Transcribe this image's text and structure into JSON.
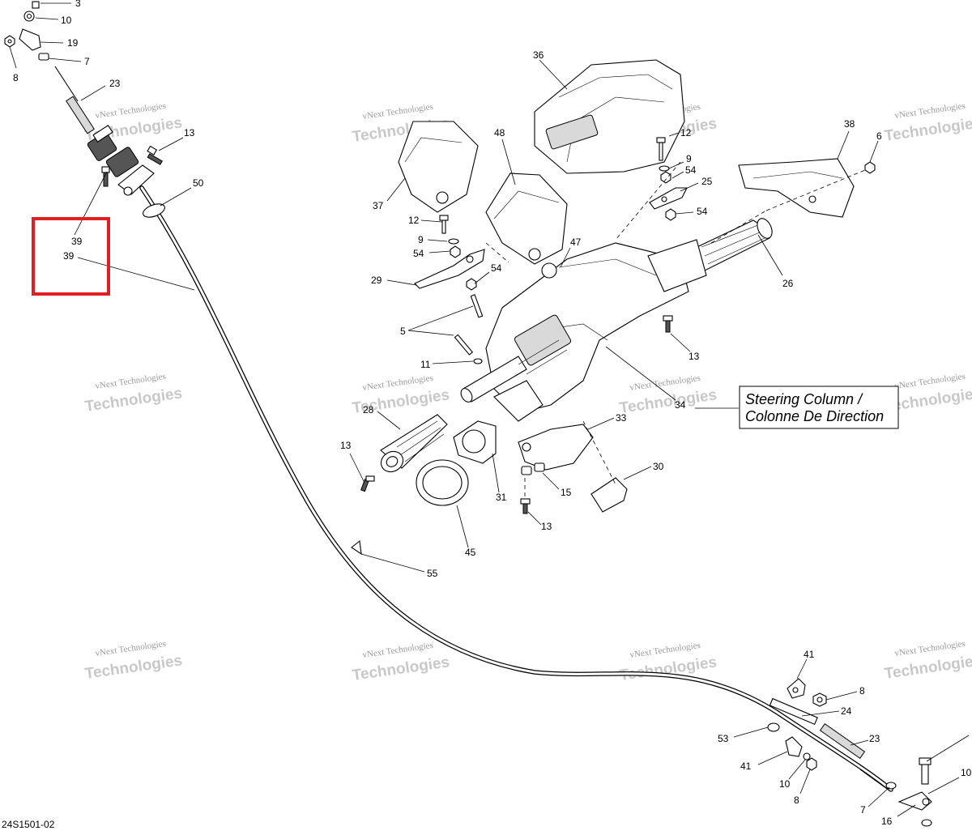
{
  "diagram": {
    "drawing_code": "24S1501-02",
    "title_box": {
      "line1": "Steering Column /",
      "line2": "Colonne De Direction"
    },
    "highlight_color": "#e02020",
    "watermark": {
      "line1": "vNext Technologies",
      "line2": "Technologies",
      "line3": "vNext"
    },
    "callouts": [
      {
        "id": "c3",
        "label": "3"
      },
      {
        "id": "c10a",
        "label": "10"
      },
      {
        "id": "c19",
        "label": "19"
      },
      {
        "id": "c7a",
        "label": "7"
      },
      {
        "id": "c8a",
        "label": "8"
      },
      {
        "id": "c23a",
        "label": "23"
      },
      {
        "id": "c13a",
        "label": "13"
      },
      {
        "id": "c50",
        "label": "50"
      },
      {
        "id": "c39a",
        "label": "39"
      },
      {
        "id": "c39b",
        "label": "39"
      },
      {
        "id": "c36",
        "label": "36"
      },
      {
        "id": "c48",
        "label": "48"
      },
      {
        "id": "c37",
        "label": "37"
      },
      {
        "id": "c12a",
        "label": "12"
      },
      {
        "id": "c9a",
        "label": "9"
      },
      {
        "id": "c54a",
        "label": "54"
      },
      {
        "id": "c29",
        "label": "29"
      },
      {
        "id": "c54b",
        "label": "54"
      },
      {
        "id": "c47",
        "label": "47"
      },
      {
        "id": "c5",
        "label": "5"
      },
      {
        "id": "c11",
        "label": "11"
      },
      {
        "id": "c12b",
        "label": "12"
      },
      {
        "id": "c9b",
        "label": "9"
      },
      {
        "id": "c54c",
        "label": "54"
      },
      {
        "id": "c25",
        "label": "25"
      },
      {
        "id": "c54d",
        "label": "54"
      },
      {
        "id": "c38",
        "label": "38"
      },
      {
        "id": "c6",
        "label": "6"
      },
      {
        "id": "c26",
        "label": "26"
      },
      {
        "id": "c13b",
        "label": "13"
      },
      {
        "id": "c34",
        "label": "34"
      },
      {
        "id": "c28",
        "label": "28"
      },
      {
        "id": "c33",
        "label": "33"
      },
      {
        "id": "c13c",
        "label": "13"
      },
      {
        "id": "c31",
        "label": "31"
      },
      {
        "id": "c30",
        "label": "30"
      },
      {
        "id": "c15",
        "label": "15"
      },
      {
        "id": "c13d",
        "label": "13"
      },
      {
        "id": "c45",
        "label": "45"
      },
      {
        "id": "c55",
        "label": "55"
      },
      {
        "id": "c41a",
        "label": "41"
      },
      {
        "id": "c8b",
        "label": "8"
      },
      {
        "id": "c24",
        "label": "24"
      },
      {
        "id": "c53",
        "label": "53"
      },
      {
        "id": "c23b",
        "label": "23"
      },
      {
        "id": "c41b",
        "label": "41"
      },
      {
        "id": "c10b",
        "label": "10"
      },
      {
        "id": "c8c",
        "label": "8"
      },
      {
        "id": "c7b",
        "label": "7"
      },
      {
        "id": "c16",
        "label": "16"
      },
      {
        "id": "c10c",
        "label": "10"
      }
    ]
  }
}
